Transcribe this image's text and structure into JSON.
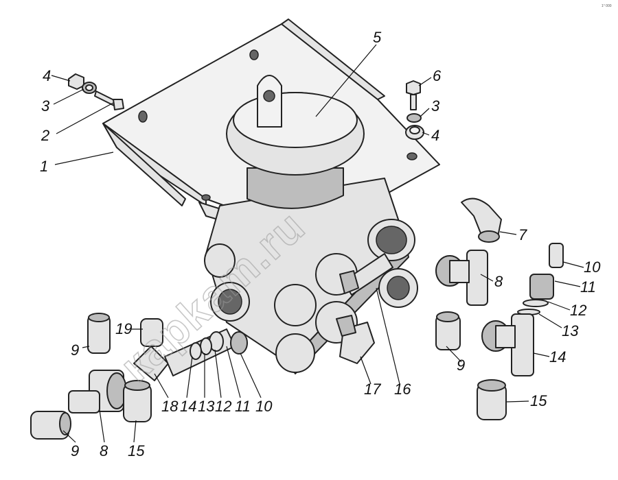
{
  "watermark": "карkam.ru",
  "corner_mark": "1° 000",
  "callouts": [
    "1",
    "2",
    "3",
    "4",
    "5",
    "6",
    "3",
    "4",
    "7",
    "8",
    "9",
    "10",
    "11",
    "12",
    "13",
    "14",
    "15",
    "16",
    "17",
    "9",
    "19",
    "8",
    "9",
    "18",
    "14",
    "13",
    "12",
    "11",
    "10",
    "15"
  ]
}
